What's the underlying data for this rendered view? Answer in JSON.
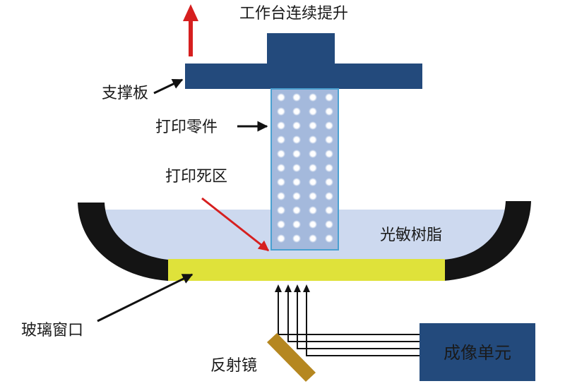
{
  "labels": {
    "lift": "工作台连续提升",
    "support_plate": "支撑板",
    "printed_part": "打印零件",
    "dead_zone": "打印死区",
    "resin": "光敏树脂",
    "glass_window": "玻璃窗口",
    "mirror": "反射镜",
    "imaging_unit": "成像单元"
  },
  "colors": {
    "platform": "#234a7c",
    "resin": "#cdd9ef",
    "tank_wall": "#141414",
    "window": "#dfe23a",
    "part_fill": "#a4b9dc",
    "part_border": "#4aa0d0",
    "mirror": "#b58720",
    "lift_arrow": "#d61f1f",
    "dead_zone_arrow": "#d61f1f",
    "callout_arrow": "#111111"
  },
  "icons": {
    "lift_arrow": "arrow-up-icon",
    "light_rays": "arrow-up-icon"
  }
}
